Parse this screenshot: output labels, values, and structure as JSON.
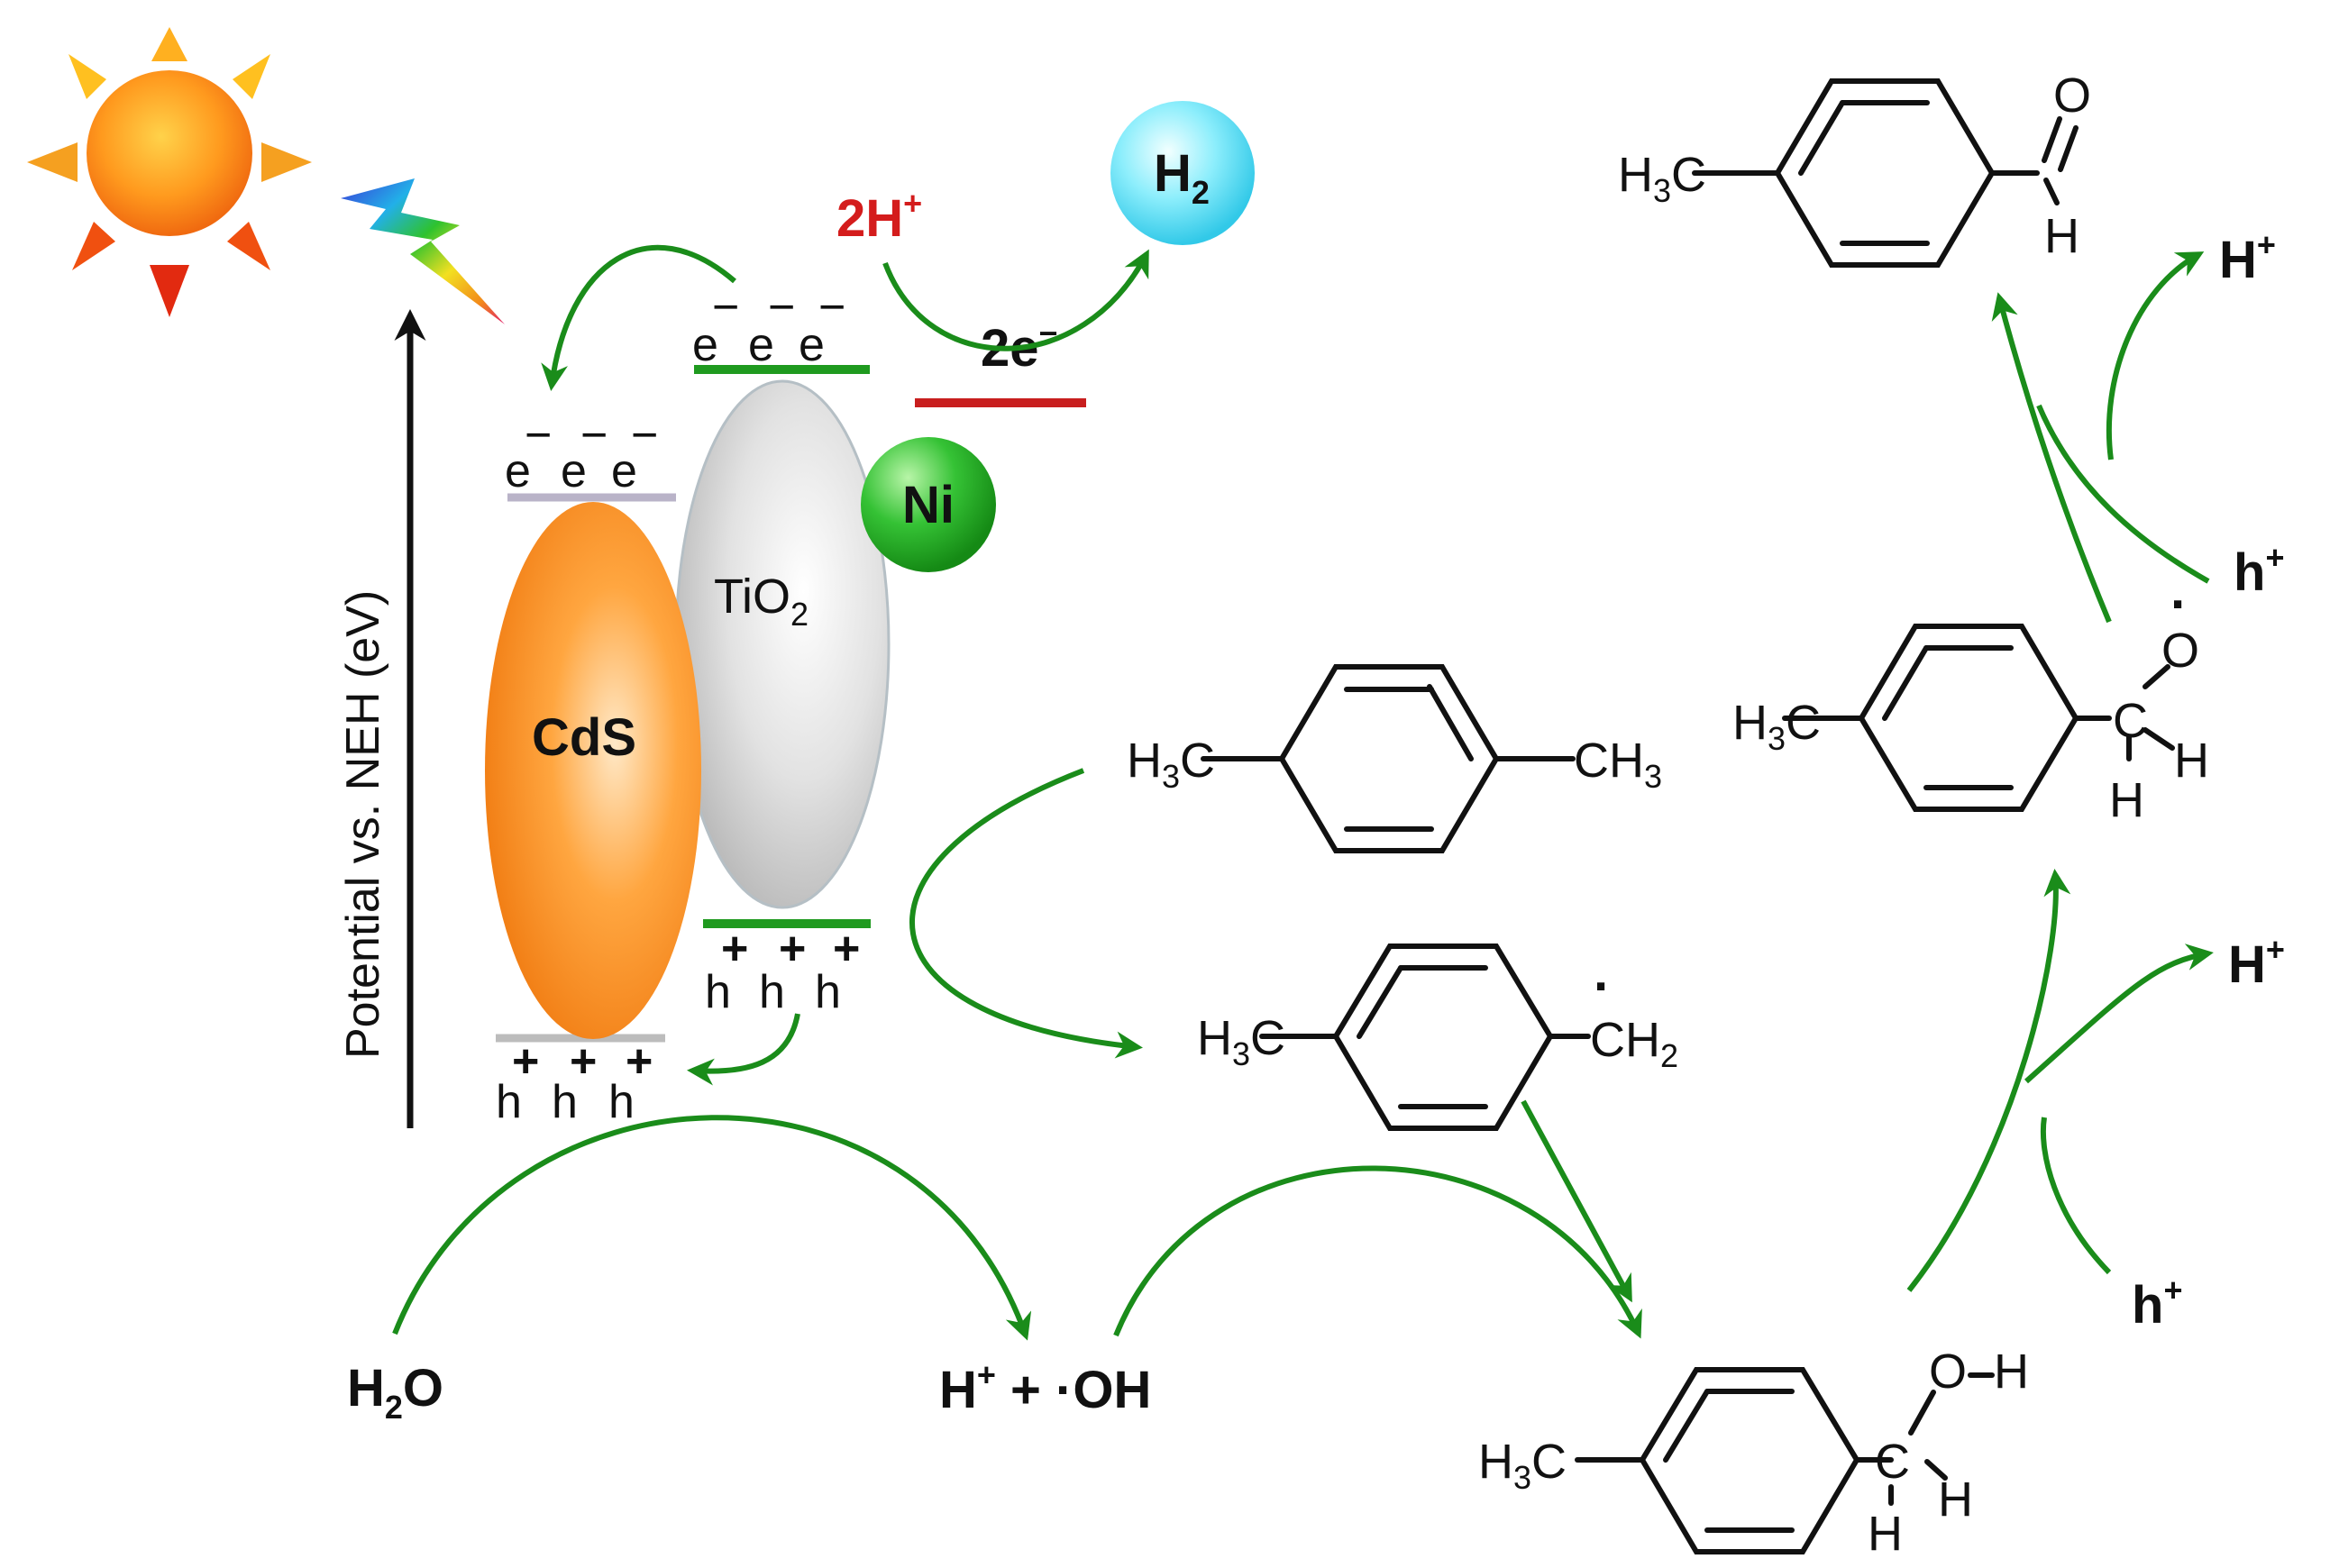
{
  "colors": {
    "arrow_green": "#1a8c1a",
    "band_green": "#1f9a1f",
    "band_red": "#c81e1e",
    "proton_red": "#d41c1c",
    "cds_orange": "#f58a1f",
    "tio2_grey": "#d8d8d8",
    "ni_green": "#2db82d",
    "h2_cyan": "#55ddf5"
  },
  "icons": {
    "sun": "sun-icon",
    "light": "lightning-bolt-icon"
  },
  "axis": {
    "label": "Potential vs. NEH (eV)"
  },
  "semiconductors": {
    "cds": "CdS",
    "tio2": "TiO",
    "tio2_sub": "2",
    "ni": "Ni"
  },
  "carriers": {
    "electron": "e",
    "hole": "h",
    "minus": "−",
    "plus": "+"
  },
  "hydrogen": {
    "protons": "2H",
    "protons_sup": "+",
    "electrons": "2e",
    "electrons_sup": "−",
    "h2": "H",
    "h2_sub": "2"
  },
  "water": {
    "reactant": "H",
    "reactant_sub": "2",
    "reactant_tail": "O",
    "product_a": "H",
    "product_a_sup": "+",
    "product_b": " + ",
    "product_c": "·OH"
  },
  "molecules": {
    "ch3": "H",
    "ch3_sub": "3",
    "ch3_tail": "C",
    "ch3_right": "CH",
    "ch3_right_sub": "3",
    "ch2_radical": "CH",
    "ch2_sub": "2",
    "radical_dot": "·",
    "carbon": "C",
    "hydrogen": "H",
    "oxygen": "O",
    "oh_bond": "O",
    "oh_h": "H"
  },
  "side_species": {
    "hplus": "H",
    "hplus_sup": "+",
    "hole": "h",
    "hole_sup": "+"
  }
}
